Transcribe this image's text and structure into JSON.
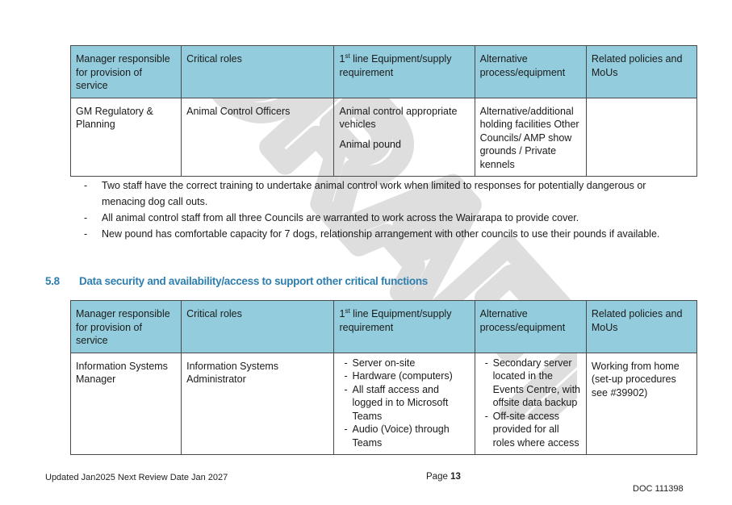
{
  "table1": {
    "headers": [
      "Manager responsible for provision of service",
      "Critical roles",
      {
        "sup": "st",
        "pre": "1",
        "post": " line Equipment/supply requirement"
      },
      "Alternative process/equipment",
      "Related policies and MoUs"
    ],
    "row": {
      "manager": "GM Regulatory & Planning",
      "roles": "Animal Control Officers",
      "equipment": [
        "Animal control appropriate vehicles",
        "Animal pound"
      ],
      "alternative": "Alternative/additional holding facilities Other Councils/ AMP show grounds / Private kennels",
      "policies": ""
    }
  },
  "notes": [
    "Two staff have the correct training to undertake animal control work when limited to responses for potentially dangerous or menacing dog call outs.",
    "All animal control staff from all three Councils are warranted to work across the Wairarapa to provide cover.",
    "New pound has comfortable capacity for 7 dogs, relationship arrangement with other councils to use their pounds if available."
  ],
  "section": {
    "number": "5.8",
    "title": "Data security and availability/access to support other critical functions"
  },
  "table2": {
    "headers": [
      "Manager responsible for provision of service",
      "Critical roles",
      {
        "sup": "st",
        "pre": "1",
        "post": " line Equipment/supply requirement"
      },
      "Alternative process/equipment",
      "Related policies and MoUs"
    ],
    "row": {
      "manager": "Information Systems Manager",
      "roles": "Information Systems Administrator",
      "equipment": [
        "Server on-site",
        "Hardware (computers)",
        "All staff access and logged in to Microsoft Teams",
        "Audio (Voice) through Teams"
      ],
      "alternative": [
        "Secondary server located in the Events Centre, with offsite data backup",
        "Off-site access provided for all roles where access"
      ],
      "policies": "Working from home (set-up procedures see #39902)"
    }
  },
  "footer": {
    "updated": "Updated Jan2025 Next Review Date Jan 2027",
    "page_label": "Page",
    "page_number": "13",
    "doc": "DOC 111398"
  },
  "watermark": "DRAFT"
}
